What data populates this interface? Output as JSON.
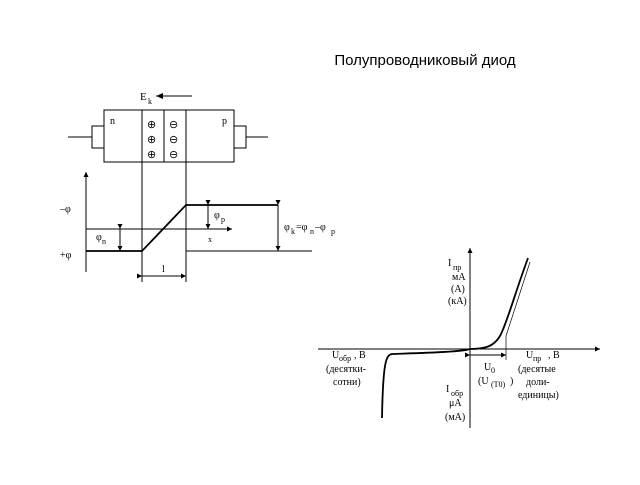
{
  "slide": {
    "title": "Полупроводниковый диод"
  },
  "junction": {
    "field_label": "E",
    "field_sub": "k",
    "n_label": "n",
    "p_label": "p",
    "plus_sign": "⊕",
    "minus_sign": "⊖"
  },
  "potential": {
    "axis_top": "–φ",
    "axis_bottom": "+φ",
    "phi_n": "φ",
    "phi_n_sub": "n",
    "phi_p": "φ",
    "phi_p_sub": "p",
    "phi_k": "φ",
    "phi_k_sub": "k",
    "phi_k_eq": "=φ",
    "phi_k_n": "n",
    "phi_k_minus": "–φ",
    "phi_k_p": "p",
    "x_label": "x",
    "width_label": "l"
  },
  "iv_curve": {
    "forward_current": {
      "symbol": "I",
      "sub": "пр",
      "unit1": "мА",
      "unit2": "(А)",
      "unit3": "(кА)"
    },
    "reverse_current": {
      "symbol": "I",
      "sub": "обр",
      "unit1": "μА",
      "unit2": "(мА)"
    },
    "forward_voltage": {
      "symbol": "U",
      "sub": "пр",
      "unit": ", В",
      "scale1": "(десятые",
      "scale2": "доли-",
      "scale3": "единицы)"
    },
    "reverse_voltage": {
      "symbol": "U",
      "sub": "обр",
      "unit": ", В",
      "scale1": "(десятки-",
      "scale2": "сотни)"
    },
    "threshold": {
      "symbol": "U",
      "sub": "0",
      "alt_open": "(U",
      "alt_sub": "(T0)",
      "alt_close": ")"
    }
  }
}
